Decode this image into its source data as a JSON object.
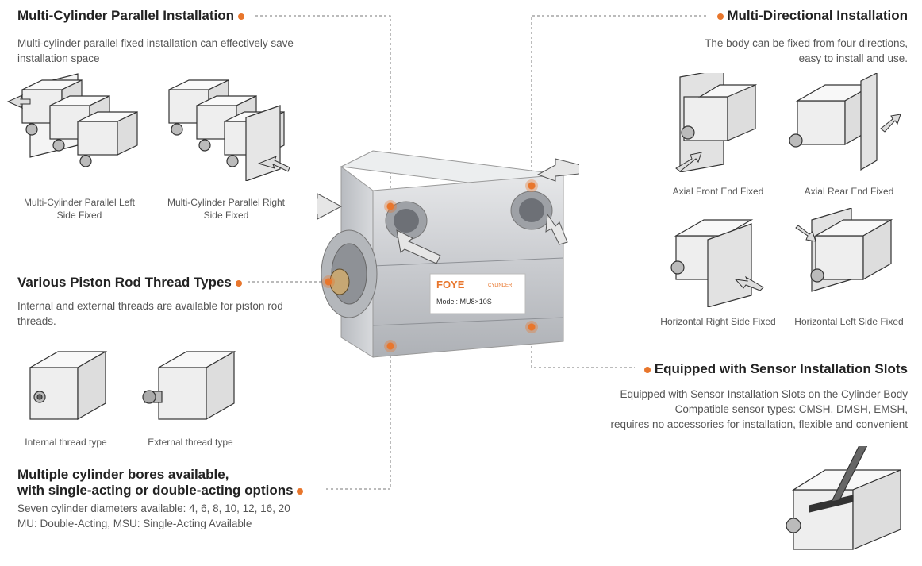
{
  "sections": {
    "parallel": {
      "title": "Multi-Cylinder Parallel Installation",
      "desc": "Multi-cylinder parallel fixed installation can effectively save installation space",
      "captions": [
        "Multi-Cylinder Parallel Left Side Fixed",
        "Multi-Cylinder Parallel Right Side Fixed"
      ]
    },
    "directional": {
      "title": "Multi-Directional Installation",
      "desc_line1": "The body can be fixed from four directions,",
      "desc_line2": "easy to install and use.",
      "captions": [
        "Axial Front End Fixed",
        "Axial Rear End Fixed",
        "Horizontal Right Side Fixed",
        "Horizontal Left Side Fixed"
      ]
    },
    "thread": {
      "title": "Various Piston Rod Thread Types",
      "desc": "Internal and external threads are available for piston rod threads.",
      "captions": [
        "Internal thread type",
        "External thread type"
      ]
    },
    "sensor": {
      "title": "Equipped with Sensor Installation Slots",
      "line1": "Equipped with Sensor Installation Slots on the Cylinder Body",
      "line2": "Compatible sensor types: CMSH, DMSH, EMSH,",
      "line3": "requires no accessories for installation, flexible and convenient"
    },
    "bores": {
      "title_line1": "Multiple cylinder bores available,",
      "title_line2": "with single-acting or double-acting options",
      "line1": "Seven cylinder diameters available: 4, 6, 8, 10, 12, 16, 20",
      "line2": "MU: Double-Acting, MSU: Single-Acting Available"
    }
  },
  "product_label": {
    "brand": "FOYE",
    "tag": "CYLINDER",
    "model": "Model: MU8×10S"
  },
  "accent_color": "#e8762c"
}
